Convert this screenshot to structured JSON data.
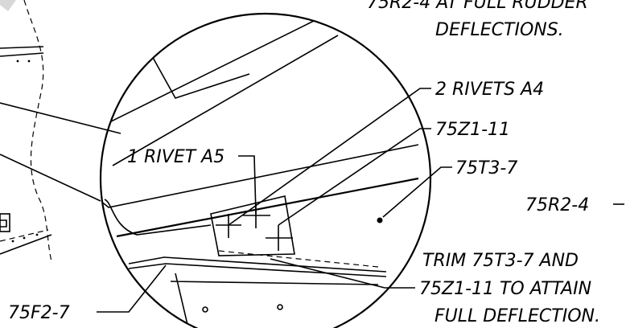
{
  "drawing": {
    "ink_color": "#000000",
    "paper_color": "#ffffff",
    "callouts": {
      "note_top_line1": "75R2-4 AT FULL RUDDER",
      "note_top_line2": "DEFLECTIONS.",
      "rivets_a4": "2 RIVETS A4",
      "part_75z1_11": "75Z1-11",
      "rivet_a5": "1 RIVET A5",
      "part_75t3_7": "75T3-7",
      "part_75r2_4": "75R2-4",
      "trim_note_line1": "TRIM 75T3-7 AND",
      "trim_note_line2": "75Z1-11 TO ATTAIN",
      "trim_note_line3": "FULL DEFLECTION.",
      "part_75f2_7": "75F2-7"
    }
  }
}
